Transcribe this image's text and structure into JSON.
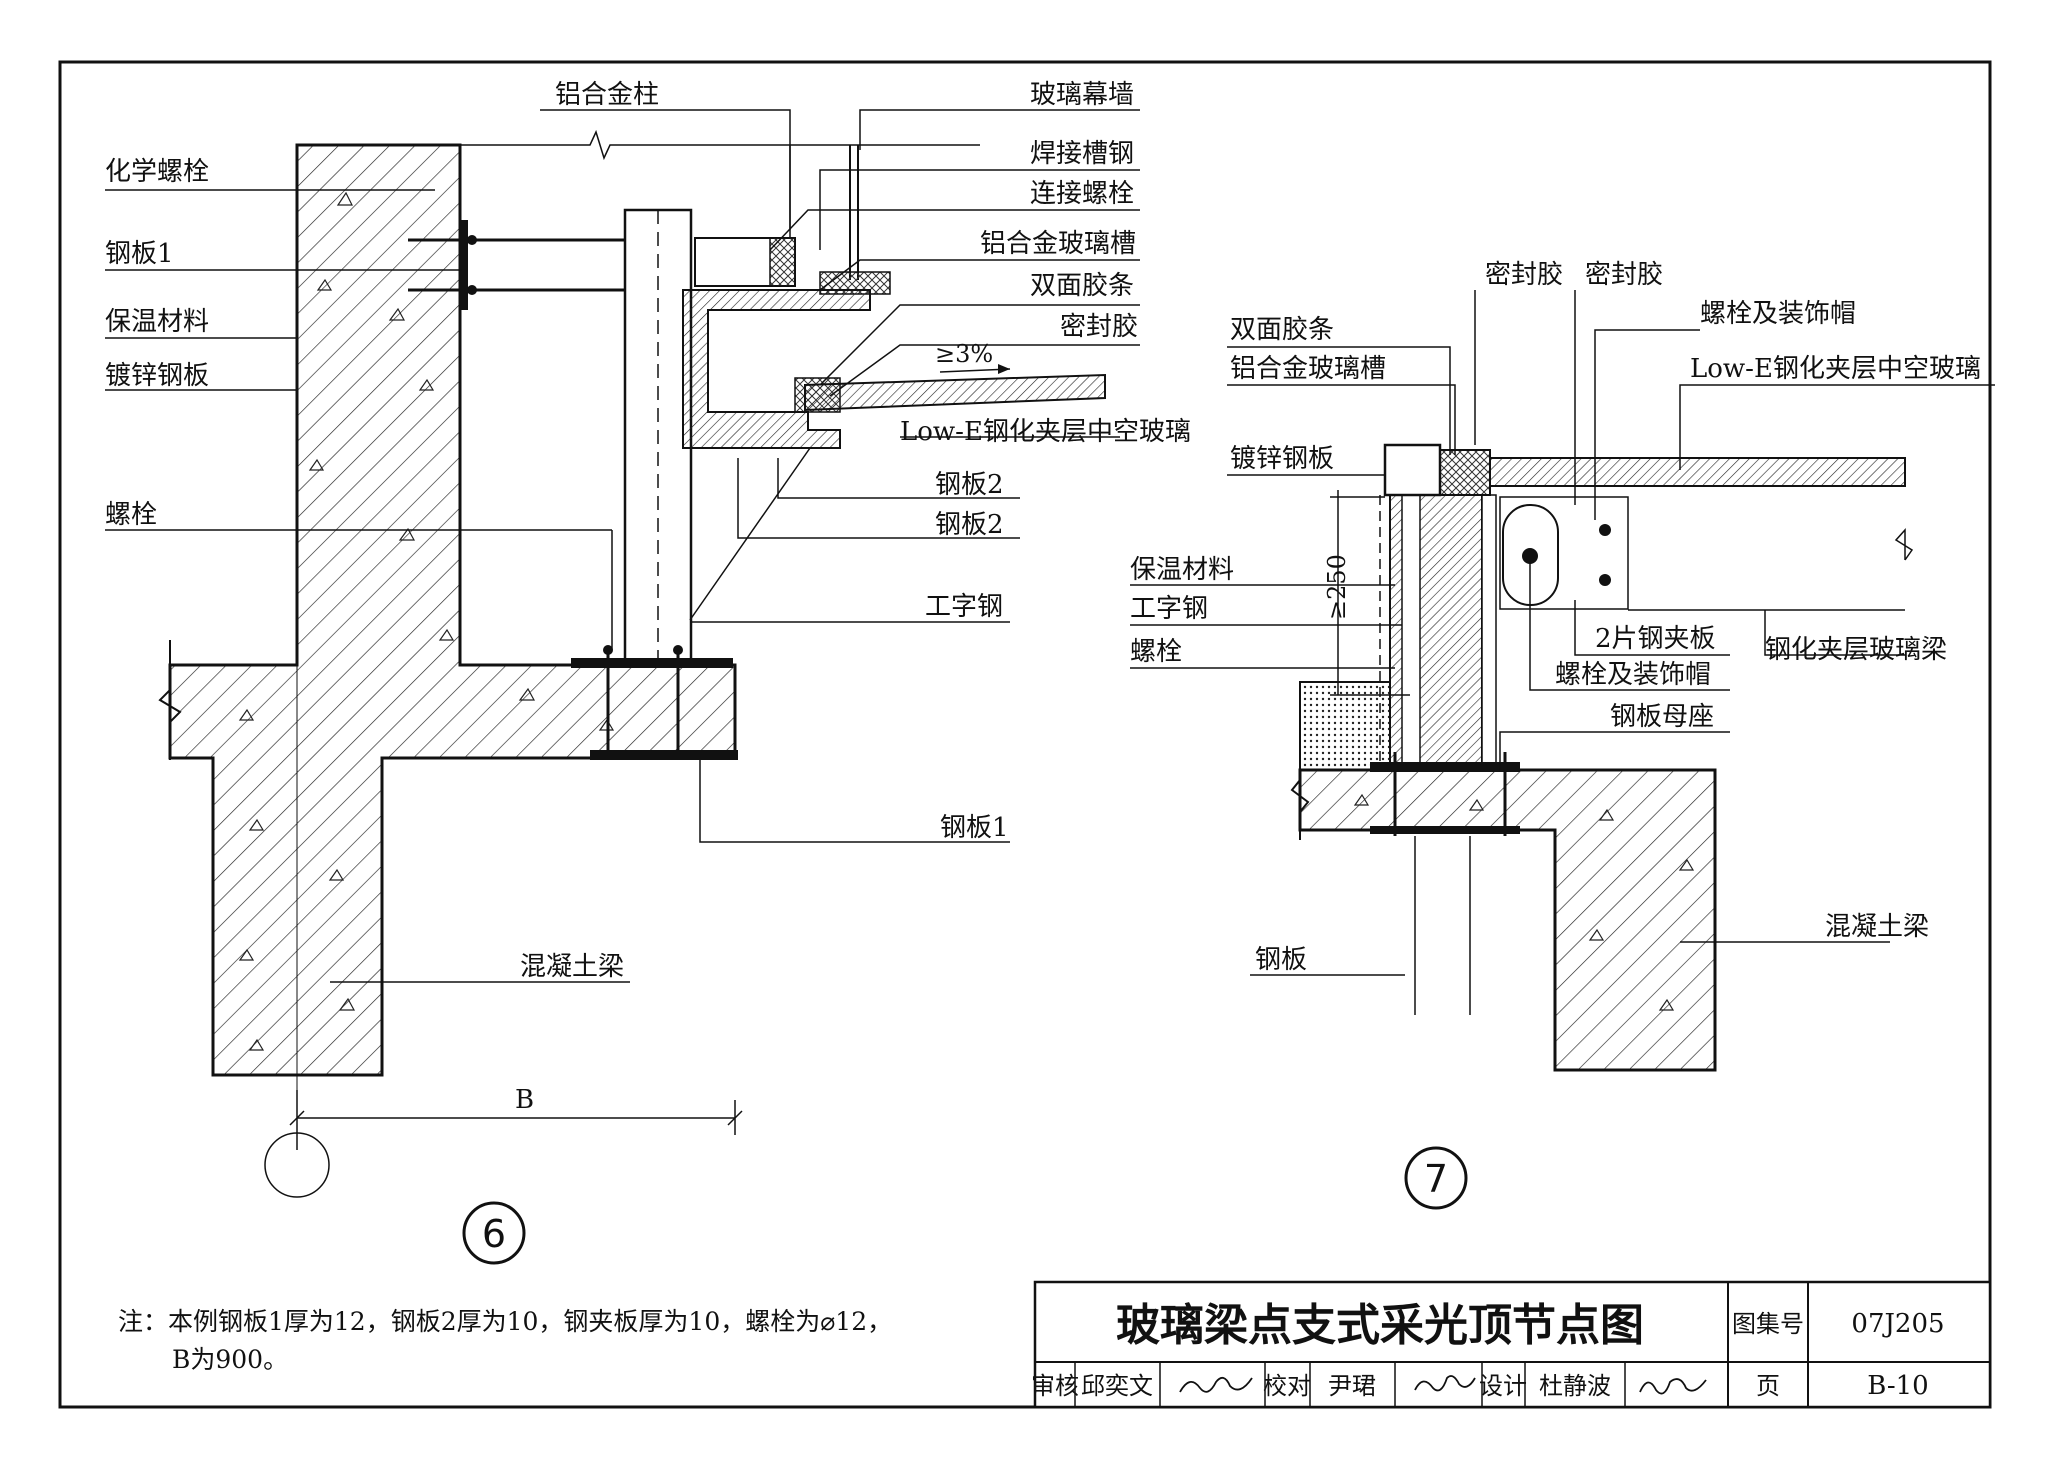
{
  "detail6": {
    "number": "6",
    "labels": {
      "aluminum_column": "铝合金柱",
      "glass_curtain_wall": "玻璃幕墙",
      "chemical_bolt": "化学螺栓",
      "welded_channel": "焊接槽钢",
      "connecting_bolt": "连接螺栓",
      "steel_plate_1_top": "钢板1",
      "aluminum_glass_channel": "铝合金玻璃槽",
      "insulation": "保温材料",
      "double_sided_tape": "双面胶条",
      "sealant": "密封胶",
      "galvanized_plate": "镀锌钢板",
      "slope": "≥3%",
      "lowe_glass": "Low-E钢化夹层中空玻璃",
      "bolt": "螺栓",
      "steel_plate_2_a": "钢板2",
      "steel_plate_2_b": "钢板2",
      "i_beam": "工字钢",
      "steel_plate_1_bottom": "钢板1",
      "concrete_beam": "混凝土梁",
      "dimension_b": "B"
    }
  },
  "detail7": {
    "number": "7",
    "labels": {
      "sealant_a": "密封胶",
      "sealant_b": "密封胶",
      "bolt_cap_top": "螺栓及装饰帽",
      "double_sided_tape": "双面胶条",
      "aluminum_glass_channel": "铝合金玻璃槽",
      "lowe_glass": "Low-E钢化夹层中空玻璃",
      "galvanized_plate": "镀锌钢板",
      "insulation": "保温材料",
      "dim_250": "≥250",
      "i_beam": "工字钢",
      "bolt": "螺栓",
      "two_clamp_plates": "2片钢夹板",
      "glass_beam": "钢化夹层玻璃梁",
      "bolt_cap_bottom": "螺栓及装饰帽",
      "plate_base": "钢板母座",
      "concrete_beam": "混凝土梁",
      "steel_plate": "钢板"
    }
  },
  "note": {
    "line1": "注：本例钢板1厚为12，钢板2厚为10，钢夹板厚为10，螺栓为⌀12，",
    "line2": "B为900。"
  },
  "title_block": {
    "title": "玻璃梁点支式采光顶节点图",
    "atlas_label": "图集号",
    "atlas_code": "07J205",
    "review_label": "审核",
    "reviewer": "邱奕文",
    "check_label": "校对",
    "checker": "尹珺",
    "design_label": "设计",
    "designer": "杜静波",
    "page_label": "页",
    "page_code": "B-10"
  }
}
